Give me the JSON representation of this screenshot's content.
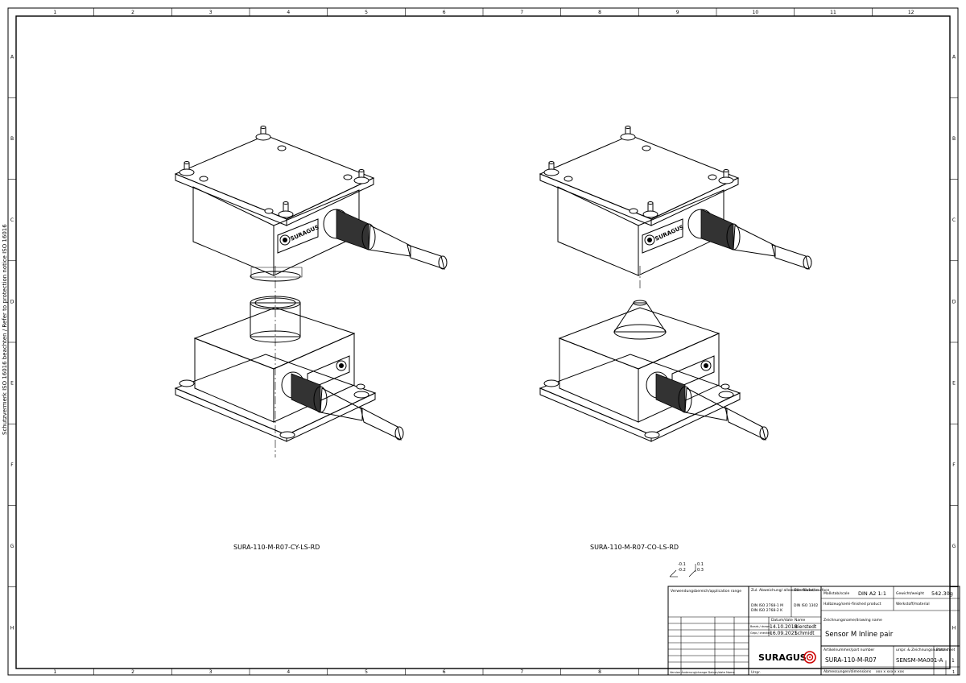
{
  "frame": {
    "columns": [
      "1",
      "2",
      "3",
      "4",
      "5",
      "6",
      "7",
      "8",
      "9",
      "10",
      "11",
      "12"
    ],
    "bottom_columns": [
      "1",
      "2",
      "3",
      "4",
      "5",
      "6",
      "7",
      "8"
    ],
    "rows": [
      "A",
      "B",
      "C",
      "D",
      "E",
      "F",
      "G",
      "H"
    ]
  },
  "side_note": "Schutzvermerk ISO 16016 beachten / Refer to protection notice ISO 16016",
  "logo_text": "SURAGUS",
  "views": [
    {
      "label": "SURA-110-M-R07-CY-LS-RD",
      "variant": "cylinder"
    },
    {
      "label": "SURA-110-M-R07-CO-LS-RD",
      "variant": "cone"
    }
  ],
  "tolerance_symbols": {
    "left_top": "-0.1",
    "left_bottom": "-0.2",
    "right_top": "0.1",
    "right_bottom": "0.3"
  },
  "title_block": {
    "usage_label": "Verwendungsbereich/application range",
    "allowance_label": "Zul. Abweichung/ allowable deviation",
    "allowance_values": [
      "DIN ISO 2768-1 M",
      "DIN ISO 2768-2 K"
    ],
    "surface_label": "Oberfläche/ surface",
    "surface_value": "DIN ISO 1302",
    "scale_label": "Maßstab/scale",
    "scale_value": "DIN A2  1:1",
    "weight_label": "Gewicht/weight",
    "weight_value": "542.30g",
    "semi_finished_label": "Halbzeug/semi-finished product",
    "material_label": "Werkstoff/material",
    "drawing_name_label": "Zeichnungsname/drawing name",
    "drawing_name": "Sensor M Inline pair",
    "date_label": "Datum/date",
    "name_label": "Name",
    "drawn_label": "Bearb./ drawn",
    "drawn_date": "14.10.2018",
    "drawn_name": "Bierstedt",
    "checked_label": "Gepr./ checked",
    "checked_date": "16.09.2021",
    "checked_name": "Schmidt",
    "part_number_label": "Artikelnummer/part number",
    "part_number": "SURA-110-M-R07",
    "drawing_number_label": "urspr. & Zeichnungsnummer",
    "drawing_number": "SENSM-MA001-A",
    "sheet_label": "Blatt/ sheet",
    "sheet_value": "1",
    "sheet_total": "1",
    "dimensions_label": "Abmessungen/dimensions",
    "dimensions_value": "xxx x xxx x xxx",
    "revision_label": "Version Änderung/change Datum/date Name",
    "origin_label": "Urspr."
  }
}
